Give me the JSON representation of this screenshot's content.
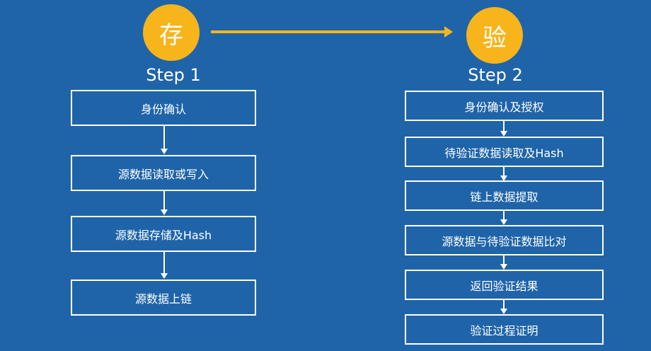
{
  "store": {
    "icon_char": "存",
    "step_label": "Step 1",
    "boxes": [
      "身份确认",
      "源数据读取或写入",
      "源数据存储及Hash",
      "源数据上链"
    ]
  },
  "verify": {
    "icon_char": "验",
    "step_label": "Step 2",
    "boxes": [
      "身份确认及授权",
      "待验证数据读取及Hash",
      "链上数据提取",
      "源数据与待验证数据比对",
      "返回验证结果",
      "验证过程证明"
    ]
  },
  "colors": {
    "background": "#1f64a8",
    "accent": "#f7b51b",
    "line": "#ffffff"
  }
}
